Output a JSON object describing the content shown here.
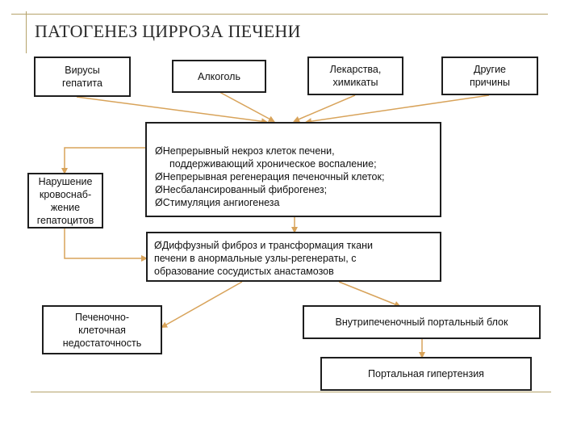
{
  "title": "ПАТОГЕНЕЗ ЦИРРОЗА ПЕЧЕНИ",
  "causes": {
    "viruses": [
      "Вирусы",
      "гепатита"
    ],
    "alcohol": [
      "Алкоголь"
    ],
    "drugs": [
      "Лекарства,",
      "химикаты"
    ],
    "other": [
      "Другие",
      "причины"
    ]
  },
  "blood_supply": [
    "Нарушение",
    "кровоснаб-",
    "жение",
    "гепатоцитов"
  ],
  "process": [
    "ØНепрерывный некроз клеток печени,",
    "поддерживающий хроническое воспаление;",
    "ØНепрерывная регенерация печеночный клеток;",
    "ØНесбалансированный фиброгенез;",
    "ØСтимуляция ангиогенеза"
  ],
  "fibrosis": [
    "ØДиффузный фиброз и трансформация ткани",
    "печени в анормальные узлы-регенераты, с",
    "образование  сосудистых анастамозов"
  ],
  "failure": [
    "Печеночно-",
    "клеточная",
    "недостаточность"
  ],
  "portal_block": "Внутрипеченочный портальный блок",
  "portal_hypertension": "Портальная гипертензия",
  "colors": {
    "arrow": "#d8a35a",
    "frame": "#b5a36b",
    "border": "#1e1e1e"
  }
}
